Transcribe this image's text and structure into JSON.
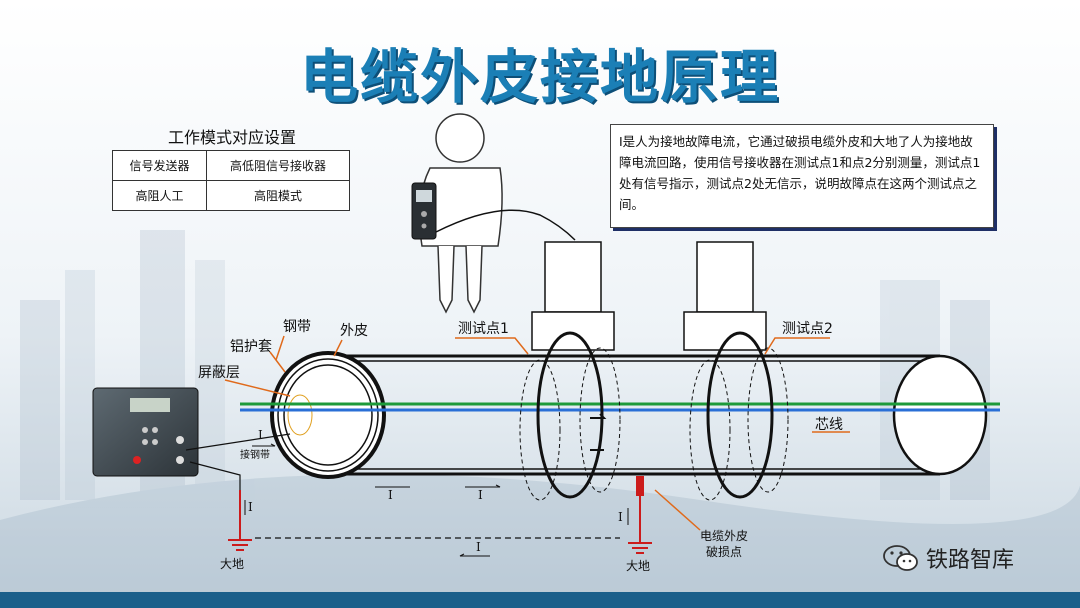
{
  "title": "电缆外皮接地原理",
  "mode_table": {
    "title": "工作模式对应设置",
    "rows": [
      [
        "信号发送器",
        "高低阻信号接收器"
      ],
      [
        "高阻人工",
        "高阻模式"
      ]
    ]
  },
  "description": "Ⅰ是人为接地故障电流，它通过破损电缆外皮和大地了人为接地故障电流回路，使用信号接收器在测试点1和点2分别测量，测试点1处有信号指示，测试点2处无信示，说明故障点在这两个测试点之间。",
  "labels": {
    "steel_band": "钢带",
    "outer_skin": "外皮",
    "aluminum_sheath": "铝护套",
    "shield_layer": "屏蔽层",
    "test_point_1": "测试点1",
    "test_point_2": "测试点2",
    "core_wire": "芯线",
    "connect_steel_band": "接钢带",
    "earth_left": "大地",
    "earth_right": "大地",
    "damage_point": "电缆外皮\n破损点",
    "current_symbol": "I"
  },
  "brand": "铁路智库",
  "colors": {
    "title": "#1b7fb6",
    "core_green": "#1d9a3a",
    "core_blue": "#2a6fd6",
    "ground_red": "#cc1b1b",
    "leader_orange": "#e06a1b",
    "bottom_bar": "#1a5f8a"
  }
}
